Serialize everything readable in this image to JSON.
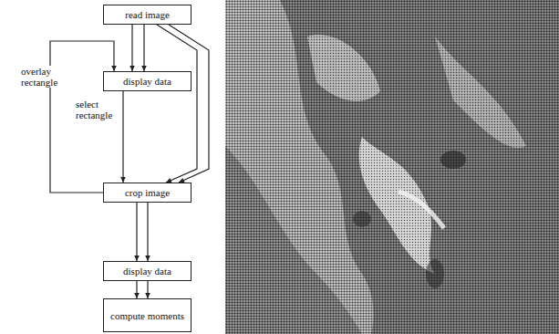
{
  "diagram": {
    "nodes": [
      {
        "text": [
          "read image"
        ]
      },
      {
        "text": [
          "display data"
        ]
      },
      {
        "text": [
          "crop image"
        ]
      },
      {
        "text": [
          "display data"
        ]
      },
      {
        "text": [
          "compute moments"
        ]
      }
    ],
    "edges": [
      {
        "from": 0,
        "to": 1,
        "arrow": "to"
      },
      {
        "from": 0,
        "to": 1,
        "arrow": "to"
      },
      {
        "from": 0,
        "to": 2,
        "arrow": "to"
      },
      {
        "from": 0,
        "to": 2,
        "arrow": "to"
      },
      {
        "from": 1,
        "to": 2,
        "label": "select rectangle",
        "arrow": "to"
      },
      {
        "from": 2,
        "to": 1,
        "label": "overlay rectangle",
        "arrow": "to"
      },
      {
        "from": 2,
        "to": 3,
        "arrow": "to"
      },
      {
        "from": 2,
        "to": 3,
        "arrow": "to"
      },
      {
        "from": 3,
        "to": 4,
        "arrow": "to"
      },
      {
        "from": 3,
        "to": 4,
        "arrow": "to"
      }
    ]
  }
}
